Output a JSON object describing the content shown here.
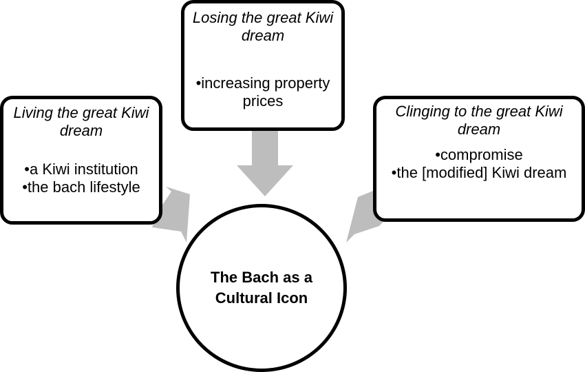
{
  "center": {
    "label": "The Bach as a Cultural Icon"
  },
  "boxes": {
    "left": {
      "title": "Living the great Kiwi dream",
      "items": [
        "•a Kiwi institution",
        "•the bach lifestyle"
      ]
    },
    "top": {
      "title": "Losing the great Kiwi dream",
      "items": [
        "•increasing property prices"
      ]
    },
    "right": {
      "title": "Clinging to the great Kiwi dream",
      "items": [
        "•compromise",
        "•the [modified] Kiwi dream"
      ]
    }
  },
  "colors": {
    "border": "#000000",
    "arrow": "#bdbdbd",
    "background": "#ffffff"
  }
}
